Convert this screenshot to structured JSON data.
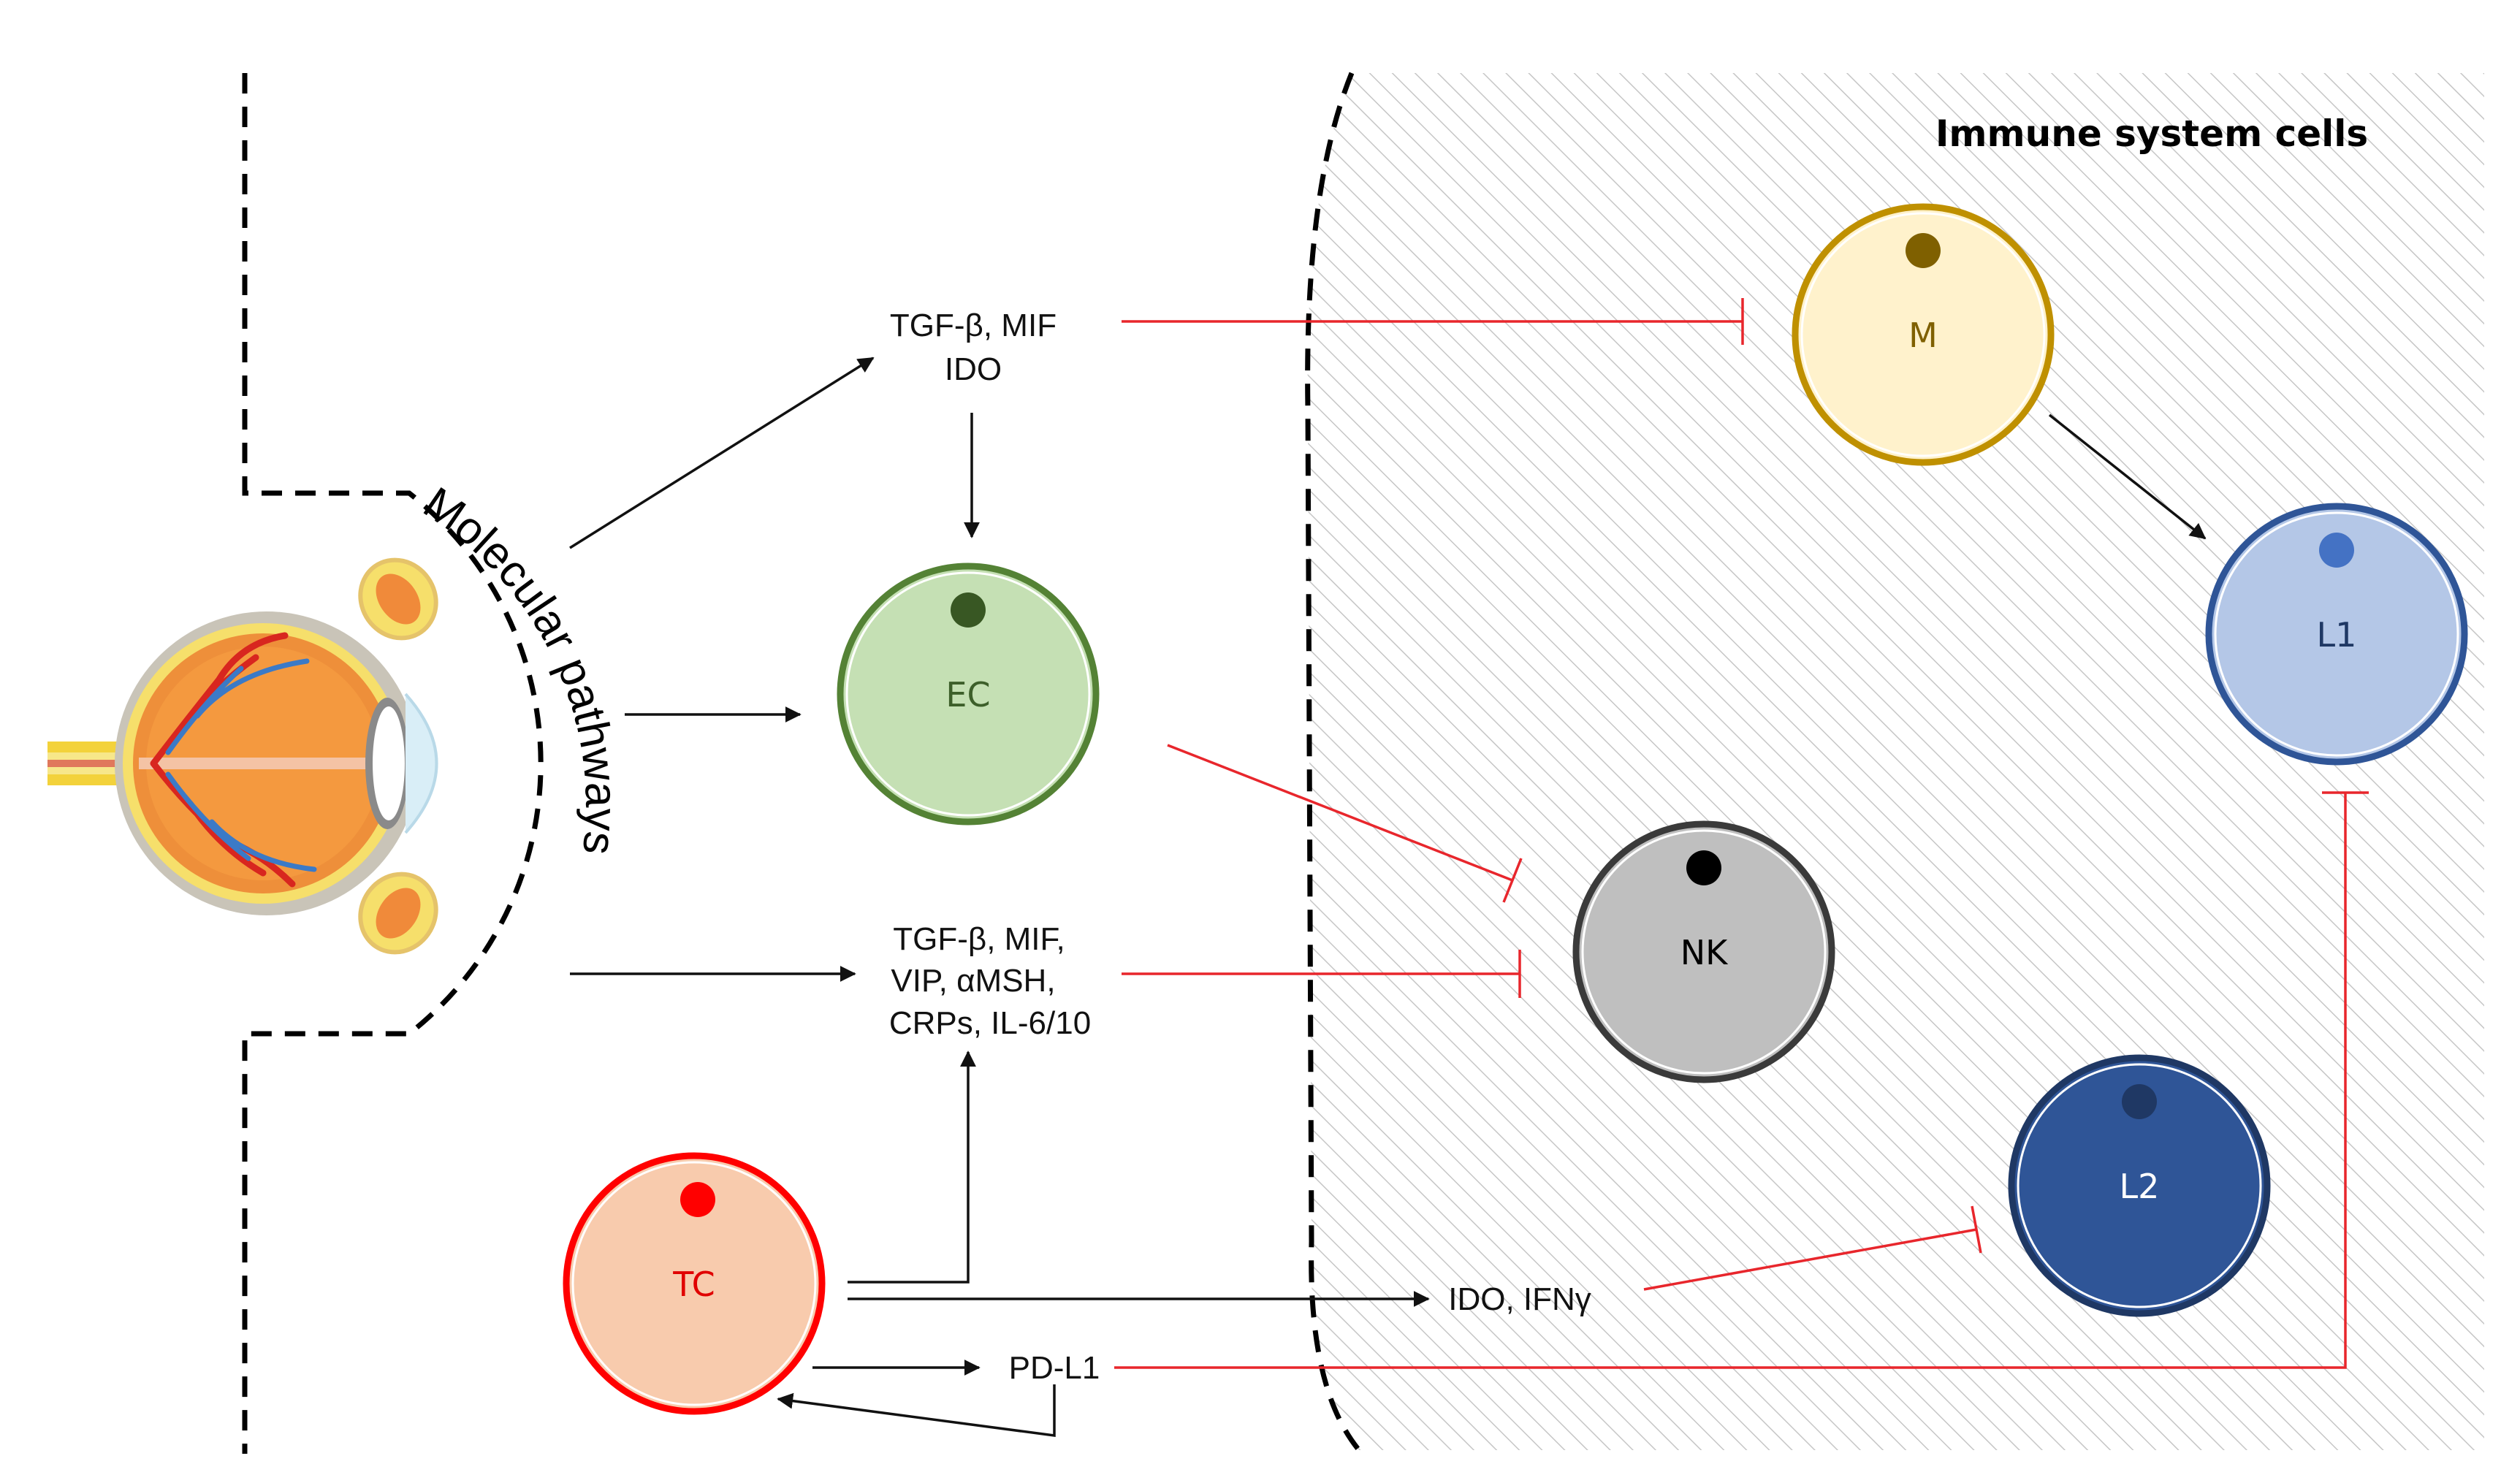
{
  "title": "Immune system cells",
  "curved_label": "Molecular pathways",
  "colors": {
    "inhibition": "#e8262c",
    "activation": "#111111",
    "hatch": "#c8c8c8"
  },
  "cells": {
    "ec": {
      "label": "EC",
      "fill": "#c5e0b4",
      "stroke": "#548235",
      "nucleus": "#385723",
      "text": "#3d5f2a"
    },
    "m": {
      "label": "M",
      "fill": "#fff2cc",
      "stroke": "#bf9000",
      "nucleus": "#7f6000",
      "text": "#7f6000"
    },
    "l1": {
      "label": "L1",
      "fill": "#b4c7e7",
      "stroke": "#2f5597",
      "nucleus": "#4472c4",
      "text": "#1f3864"
    },
    "nk": {
      "label": "NK",
      "fill": "#bfbfbf",
      "stroke": "#3a3a3a",
      "nucleus": "#000000",
      "text": "#000000"
    },
    "l2": {
      "label": "L2",
      "fill": "#2f5597",
      "stroke": "#1f3864",
      "nucleus": "#1f3864",
      "text": "#ffffff"
    },
    "tc": {
      "label": "TC",
      "fill": "#f8cbad",
      "stroke": "#ff0000",
      "nucleus": "#ff0000",
      "text": "#e00000"
    }
  },
  "factors": {
    "top_line1": "TGF-β, MIF",
    "top_line2": "IDO",
    "mid_line1": "TGF-β, MIF,",
    "mid_line2": "VIP, αMSH,",
    "mid_line3": "CRPs, IL-6/10",
    "ido_ifn": "IDO, IFNγ",
    "pdl1": "PD-L1"
  },
  "icons": [
    "eye-illustration-icon"
  ]
}
